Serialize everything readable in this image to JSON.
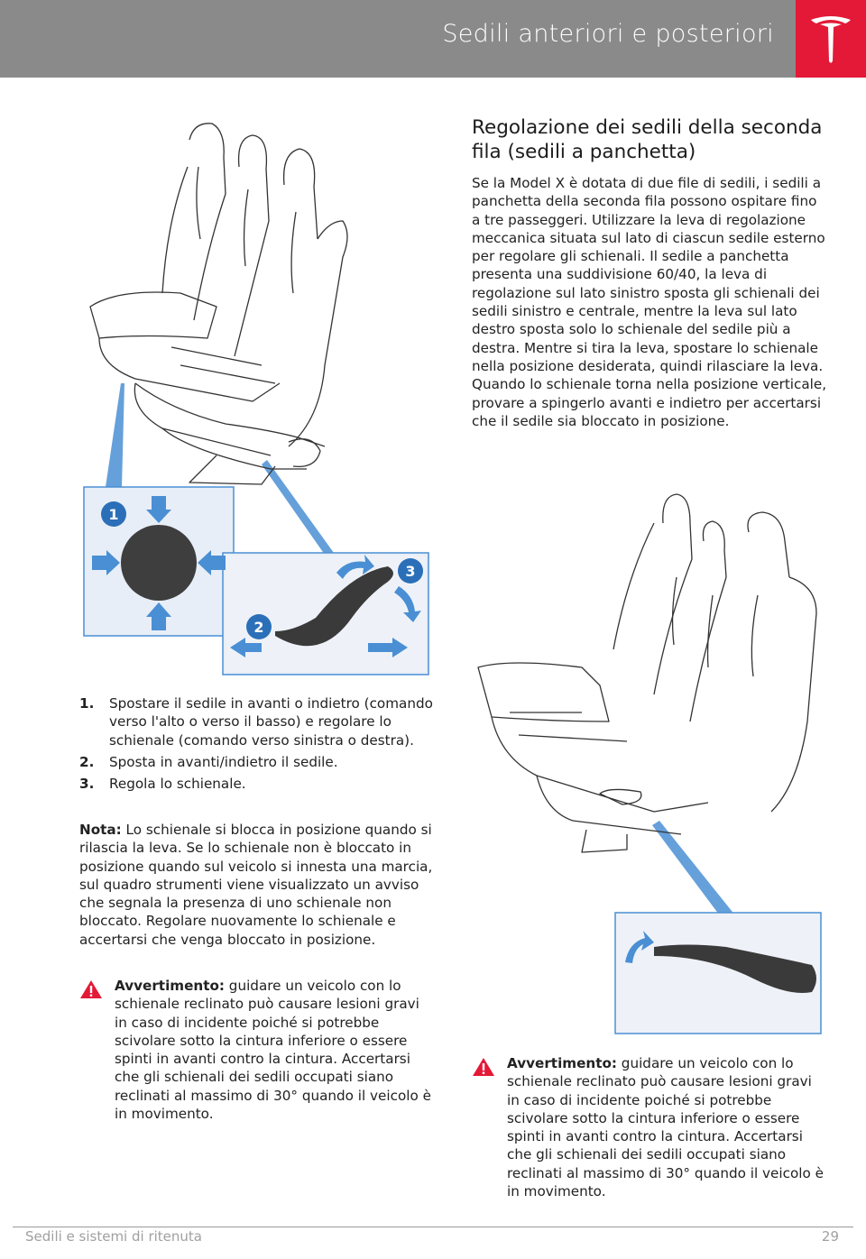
{
  "header": {
    "title": "Sedili anteriori e posteriori",
    "brand_color": "#e31937",
    "bar_color": "#8a8a8a"
  },
  "figure1": {
    "callouts": [
      "1",
      "2",
      "3"
    ]
  },
  "steps": [
    {
      "num": "1.",
      "text": "Spostare il sedile in avanti o indietro (comando verso l'alto o verso il basso) e regolare lo schienale (comando verso sinistra o destra)."
    },
    {
      "num": "2.",
      "text": "Sposta in avanti/indietro il sedile."
    },
    {
      "num": "3.",
      "text": "Regola lo schienale."
    }
  ],
  "note": {
    "label": "Nota:",
    "text": " Lo schienale si blocca in posizione quando si rilascia la leva. Se lo schienale non è bloccato in posizione quando sul veicolo si innesta una marcia, sul quadro strumenti viene visualizzato un avviso che segnala la presenza di uno schienale non bloccato. Regolare nuovamente lo schienale e accertarsi che venga bloccato in posizione."
  },
  "warning1": {
    "label": "Avvertimento:",
    "text": " guidare un veicolo con lo schienale reclinato può causare lesioni gravi in caso di incidente poiché si potrebbe scivolare sotto la cintura inferiore o essere spinti in avanti contro la cintura. Accertarsi che gli schienali dei sedili occupati siano reclinati al massimo di 30° quando il veicolo è in movimento."
  },
  "section": {
    "heading": "Regolazione dei sedili della seconda fila (sedili a panchetta)",
    "body": "Se la Model X è dotata di due file di sedili, i sedili a panchetta della seconda fila possono ospitare fino a tre passeggeri. Utilizzare la leva di regolazione meccanica situata sul lato di ciascun sedile esterno per regolare gli schienali. Il sedile a panchetta presenta una suddivisione 60/40, la leva di regolazione sul lato sinistro sposta gli schienali dei sedili sinistro e centrale, mentre la leva sul lato destro sposta solo lo schienale del sedile più a destra. Mentre si tira la leva, spostare lo schienale nella posizione desiderata, quindi rilasciare la leva. Quando lo schienale torna nella posizione verticale, provare a spingerlo avanti e indietro per accertarsi che il sedile sia bloccato in posizione."
  },
  "warning2": {
    "label": "Avvertimento:",
    "text": " guidare un veicolo con lo schienale reclinato può causare lesioni gravi in caso di incidente poiché si potrebbe scivolare sotto la cintura inferiore o essere spinti in avanti contro la cintura. Accertarsi che gli schienali dei sedili occupati siano reclinati al massimo di 30° quando il veicolo è in movimento."
  },
  "footer": {
    "section": "Sedili e sistemi di ritenuta",
    "page": "29"
  }
}
